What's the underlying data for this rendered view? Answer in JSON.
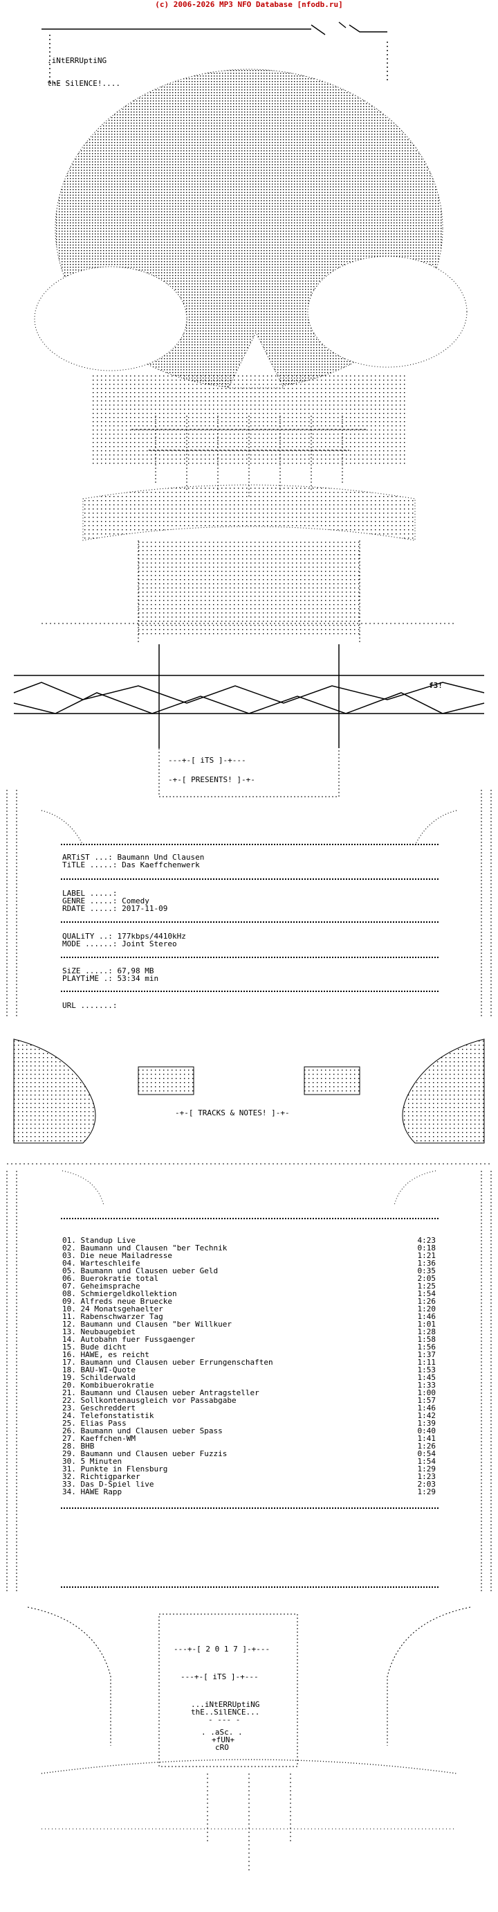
{
  "banner": "(c) 2006-2026 MP3 NFO Database [nfodb.ru]",
  "header": {
    "group_line1": ".iNtERRUptiNG",
    "group_line2": "thE SilENCE!...."
  },
  "presents": {
    "its": "---+-[ iTS ]-+---",
    "label": "-+-[ PRESENTS! ]-+-"
  },
  "release": {
    "artist_label": "ARTiST ...:",
    "artist": "Baumann Und Clausen",
    "title_label": "TiTLE .....:",
    "title": "Das Kaeffchenwerk",
    "label_label": "LABEL .....:",
    "label": "",
    "genre_label": "GENRE .....:",
    "genre": "Comedy",
    "rdate_label": "RDATE .....:",
    "rdate": "2017-11-09",
    "quality_label": "QUALiTY ..:",
    "quality": "177kbps/4410kHz",
    "mode_label": "MODE ......:",
    "mode": "Joint Stereo",
    "size_label": "SiZE .....:",
    "size": "67,98 MB",
    "playtime_label": "PLAYTiME .:",
    "playtime": "53:34 min",
    "url_label": "URL .......:",
    "url": ""
  },
  "tracks_header": "-+-[ TRACKS & NOTES! ]-+-",
  "tracks": [
    {
      "n": "01.",
      "title": "Standup Live",
      "dur": "4:23"
    },
    {
      "n": "02.",
      "title": "Baumann und Clausen \"ber Technik",
      "dur": "0:18"
    },
    {
      "n": "03.",
      "title": "Die neue Mailadresse",
      "dur": "1:21"
    },
    {
      "n": "04.",
      "title": "Warteschleife",
      "dur": "1:36"
    },
    {
      "n": "05.",
      "title": "Baumann und Clausen ueber Geld",
      "dur": "0:35"
    },
    {
      "n": "06.",
      "title": "Buerokratie total",
      "dur": "2:05"
    },
    {
      "n": "07.",
      "title": "Geheimsprache",
      "dur": "1:25"
    },
    {
      "n": "08.",
      "title": "Schmiergeldkollektion",
      "dur": "1:54"
    },
    {
      "n": "09.",
      "title": "Alfreds neue Bruecke",
      "dur": "1:26"
    },
    {
      "n": "10.",
      "title": "24 Monatsgehaelter",
      "dur": "1:20"
    },
    {
      "n": "11.",
      "title": "Rabenschwarzer Tag",
      "dur": "1:46"
    },
    {
      "n": "12.",
      "title": "Baumann und Clausen \"ber Willkuer",
      "dur": "1:01"
    },
    {
      "n": "13.",
      "title": "Neubaugebiet",
      "dur": "1:28"
    },
    {
      "n": "14.",
      "title": "Autobahn fuer Fussgaenger",
      "dur": "1:58"
    },
    {
      "n": "15.",
      "title": "Bude dicht",
      "dur": "1:56"
    },
    {
      "n": "16.",
      "title": "HAWE, es reicht",
      "dur": "1:37"
    },
    {
      "n": "17.",
      "title": "Baumann und Clausen ueber Errungenschaften",
      "dur": "1:11"
    },
    {
      "n": "18.",
      "title": "BAU-WI-Quote",
      "dur": "1:53"
    },
    {
      "n": "19.",
      "title": "Schilderwald",
      "dur": "1:45"
    },
    {
      "n": "20.",
      "title": "Kombibuerokratie",
      "dur": "1:33"
    },
    {
      "n": "21.",
      "title": "Baumann und Clausen ueber Antragsteller",
      "dur": "1:00"
    },
    {
      "n": "22.",
      "title": "Sollkontenausgleich vor Passabgabe",
      "dur": "1:57"
    },
    {
      "n": "23.",
      "title": "Geschreddert",
      "dur": "1:46"
    },
    {
      "n": "24.",
      "title": "Telefonstatistik",
      "dur": "1:42"
    },
    {
      "n": "25.",
      "title": "Elias Pass",
      "dur": "1:39"
    },
    {
      "n": "26.",
      "title": "Baumann und Clausen ueber Spass",
      "dur": "0:40"
    },
    {
      "n": "27.",
      "title": "Kaeffchen-WM",
      "dur": "1:41"
    },
    {
      "n": "28.",
      "title": "BHB",
      "dur": "1:26"
    },
    {
      "n": "29.",
      "title": "Baumann und Clausen ueber Fuzzis",
      "dur": "0:54"
    },
    {
      "n": "30.",
      "title": "5 Minuten",
      "dur": "1:54"
    },
    {
      "n": "31.",
      "title": "Punkte in Flensburg",
      "dur": "1:29"
    },
    {
      "n": "32.",
      "title": "Richtigparker",
      "dur": "1:23"
    },
    {
      "n": "33.",
      "title": "Das D-Spiel live",
      "dur": "2:03"
    },
    {
      "n": "34.",
      "title": "HAWE Rapp",
      "dur": "1:29"
    }
  ],
  "footer": {
    "year": "---+-[ 2 0 1 7 ]-+---",
    "its": "---+-[ iTS ]-+---",
    "group_line1": "...iNtERRUptiNG",
    "group_line2": "thE..SilENCE...",
    "dash": "- --- -",
    "asc": ". .aSc. .",
    "fun": "+fUN+",
    "cro": "cRO"
  },
  "signature": "f3!"
}
